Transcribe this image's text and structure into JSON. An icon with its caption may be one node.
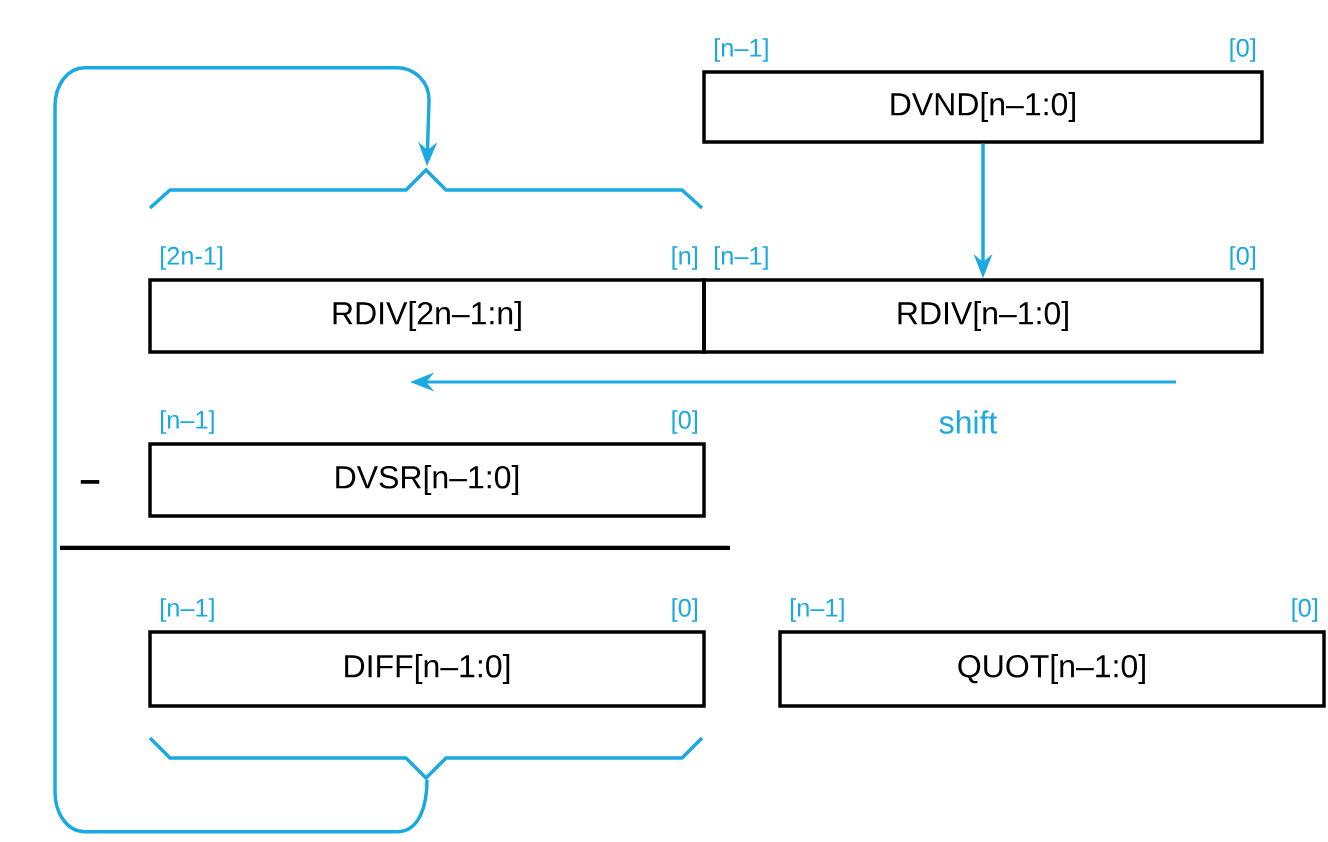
{
  "diagram": {
    "nodes": [
      {
        "text": [
          "DVND[n–1:0]"
        ],
        "beside": [
          "[n–1]",
          "[0]"
        ]
      },
      {
        "text": [
          "RDIV[2n–1:n]"
        ],
        "beside": [
          "[2n-1]",
          "[n]"
        ]
      },
      {
        "text": [
          "RDIV[n–1:0]"
        ],
        "beside": [
          "[n–1]",
          "[0]"
        ]
      },
      {
        "text": [
          "DVSR[n–1:0]"
        ],
        "beside": [
          "[n–1]",
          "[0]"
        ]
      },
      {
        "text": [
          "DIFF[n–1:0]"
        ],
        "beside": [
          "[n–1]",
          "[0]"
        ]
      },
      {
        "text": [
          "QUOT[n–1:0]"
        ],
        "beside": [
          "[n–1]",
          "[0]"
        ]
      }
    ],
    "edges": [
      {
        "from": 0,
        "to": 2,
        "arrow": "to"
      },
      {
        "from": 4,
        "to": 1,
        "arrow": "to"
      }
    ],
    "labels": [
      "shift",
      "–"
    ]
  }
}
